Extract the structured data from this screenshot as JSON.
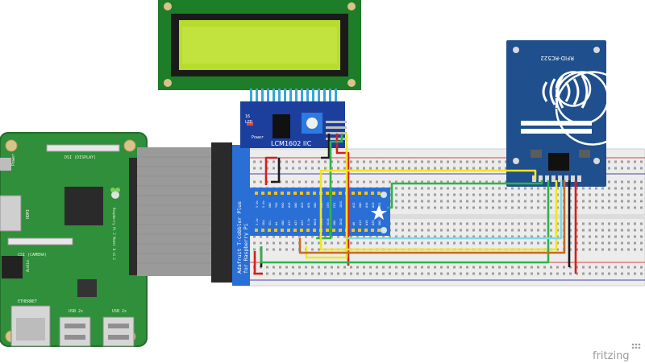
{
  "raspberry_pi": {
    "dsi_label": "DSI (DISPLAY)",
    "csi_label": "CSI (CAMERA)",
    "hdmi_label": "HDMI",
    "power_label": "Power",
    "audio_label": "Audio",
    "ethernet_label": "ETHERNET",
    "usb_left_label": "USB 2x",
    "usb_right_label": "USB 2x",
    "board_text": "Raspberry Pi 2 Model B v1.1"
  },
  "lcd": {
    "module_label": "LCM1602 IIC",
    "power_label": "Power",
    "led_label": "LED",
    "pin_label": "16"
  },
  "cobbler": {
    "line1": "Adafruit T-Cobbler Plus",
    "line2": "for Raspberry Pi",
    "pin_labels_top": [
      "5.0v",
      "5.0v",
      "GND",
      "TXD",
      "RXD",
      "#18",
      "GND",
      "#23",
      "#24",
      "GND",
      "#25",
      "CE0",
      "CE1",
      "IDSC",
      "GND",
      "#12",
      "GND",
      "#16",
      "#20",
      "#21"
    ],
    "pin_labels_bottom": [
      "3.3v",
      "SDA",
      "SCL",
      "#4",
      "GND",
      "#17",
      "#27",
      "#22",
      "3.3v",
      "MOSI",
      "MISO",
      "SCLK",
      "GND",
      "IDSD",
      "#5",
      "#6",
      "#13",
      "#19",
      "#26",
      "GND"
    ]
  },
  "rfid": {
    "label": "RFID-RC522"
  },
  "watermark": {
    "text": "fritzing"
  },
  "colors": {
    "pi_board": "#2f8f3a",
    "breadboard": "#eeeeee",
    "cobbler_pcb": "#2a6fd6",
    "lcd_screen": "#b8dc2c",
    "rfid_pcb": "#1f4f8c",
    "wire_green": "#2fb34a",
    "wire_yellow": "#f2e61c",
    "wire_cyan": "#7fd8e6",
    "wire_orange": "#c46b25",
    "wire_red": "#d3201c",
    "wire_black": "#1a1a1a"
  }
}
